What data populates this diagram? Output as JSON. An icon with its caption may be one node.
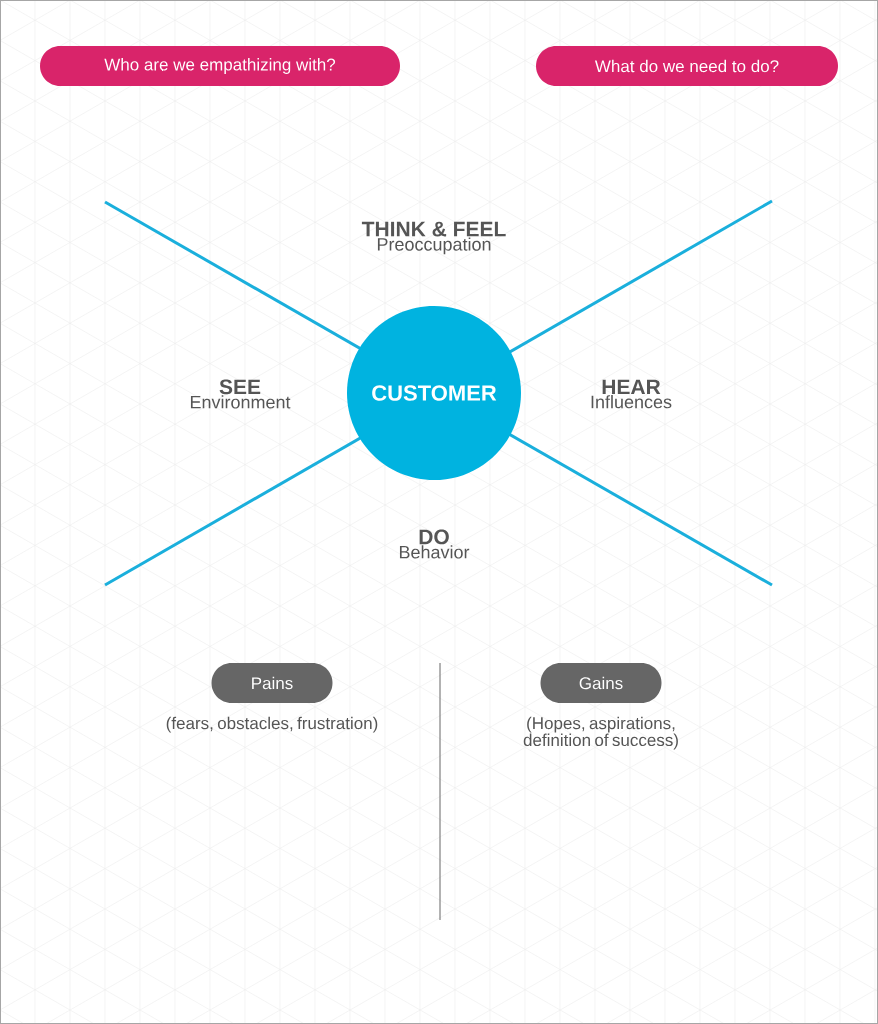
{
  "diagram": {
    "nodes": [
      {
        "text": [
          "Who are we empathizing with?"
        ]
      },
      {
        "text": [
          "What do we need to do?"
        ]
      },
      {
        "text": [
          "THINK & FEEL",
          "Preoccupation"
        ]
      },
      {
        "text": [
          "SEE",
          "Environment"
        ]
      },
      {
        "text": [
          "CUSTOMER"
        ]
      },
      {
        "text": [
          "HEAR",
          "Influences"
        ]
      },
      {
        "text": [
          "DO",
          "Behavior"
        ]
      },
      {
        "text": [
          "Pains"
        ],
        "beside": [
          "(fears, obstacles, frustration)"
        ]
      },
      {
        "text": [
          "Gains"
        ],
        "beside": [
          "(Hopes, aspirations, definition of success)"
        ]
      }
    ]
  }
}
